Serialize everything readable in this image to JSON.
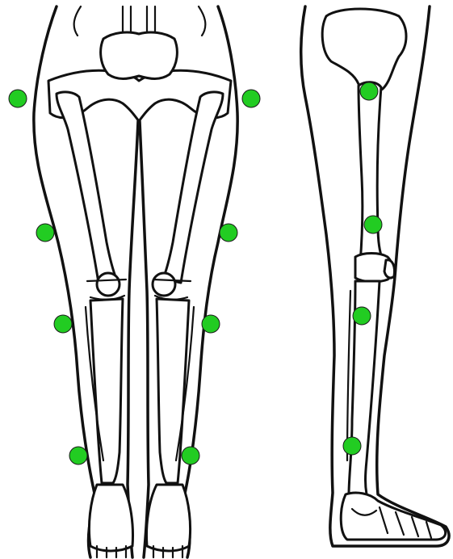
{
  "figure": {
    "background": "#ffffff",
    "line_color": "#111111",
    "marker_color": "#22cc22",
    "marker_outline": "#1a1a1a",
    "views": [
      {
        "view": "front",
        "marker_count": 8
      },
      {
        "view": "side",
        "marker_count": 4
      }
    ]
  }
}
